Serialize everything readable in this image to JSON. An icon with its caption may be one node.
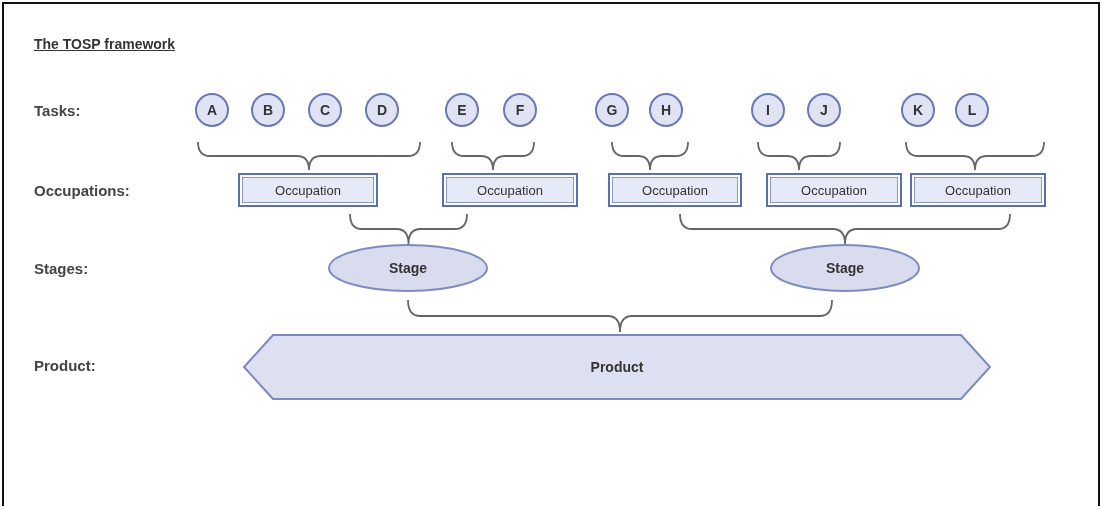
{
  "diagram": {
    "title": "The TOSP framework",
    "nodes": [
      {
        "text": [
          "A"
        ]
      },
      {
        "text": [
          "B"
        ]
      },
      {
        "text": [
          "C"
        ]
      },
      {
        "text": [
          "D"
        ]
      },
      {
        "text": [
          "E"
        ]
      },
      {
        "text": [
          "F"
        ]
      },
      {
        "text": [
          "G"
        ]
      },
      {
        "text": [
          "H"
        ]
      },
      {
        "text": [
          "I"
        ]
      },
      {
        "text": [
          "J"
        ]
      },
      {
        "text": [
          "K"
        ]
      },
      {
        "text": [
          "L"
        ]
      },
      {
        "text": [
          "Occupation"
        ]
      },
      {
        "text": [
          "Occupation"
        ]
      },
      {
        "text": [
          "Occupation"
        ]
      },
      {
        "text": [
          "Occupation"
        ]
      },
      {
        "text": [
          "Occupation"
        ]
      },
      {
        "text": [
          "Stage"
        ]
      },
      {
        "text": [
          "Stage"
        ]
      },
      {
        "text": [
          "Product"
        ]
      }
    ],
    "labels": [
      "Tasks:",
      "Occupations:",
      "Stages:",
      "Product:"
    ]
  }
}
